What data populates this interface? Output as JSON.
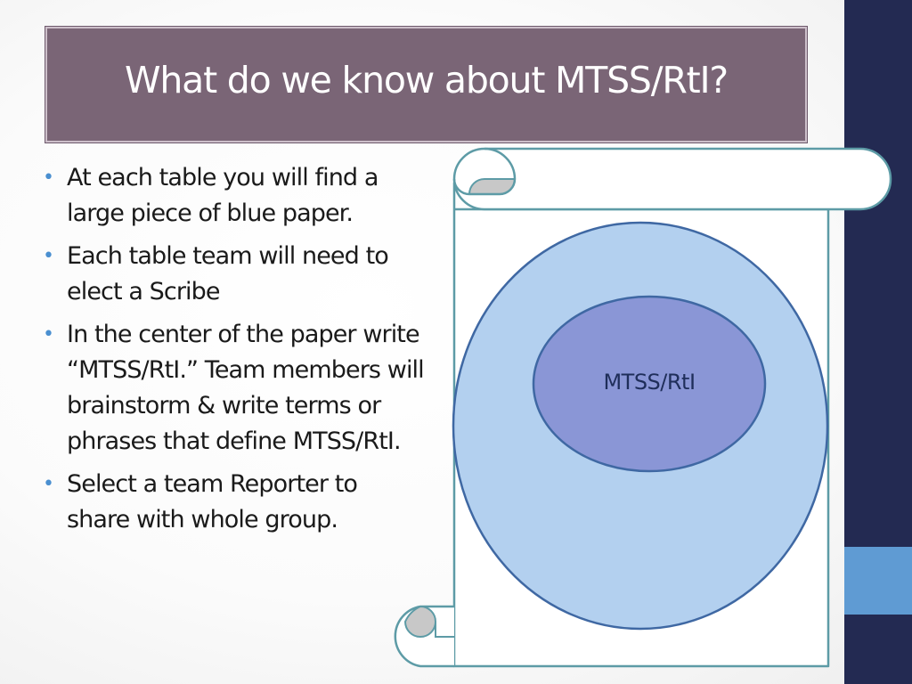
{
  "slide": {
    "title": "What do we know about MTSS/RtI?",
    "bullets": [
      "At each table you will find a large piece of blue paper.",
      "Each table team will need to elect a Scribe",
      "In the center of the paper write “MTSS/RtI.” Team members will brainstorm &  write terms or phrases that define MTSS/RtI.",
      "Select a team Reporter to share with whole group."
    ],
    "bullet_glyph": "•",
    "diagram": {
      "center_label": "MTSS/RtI"
    }
  },
  "colors": {
    "title_background": "#7a6576",
    "sidebar": "#232a52",
    "sidebar_accent": "#5f9bd3",
    "outer_oval": "#b3d0ef",
    "inner_oval": "#8a96d6",
    "scroll_outline": "#5d9ba6",
    "bullet": "#4a8fd0"
  }
}
